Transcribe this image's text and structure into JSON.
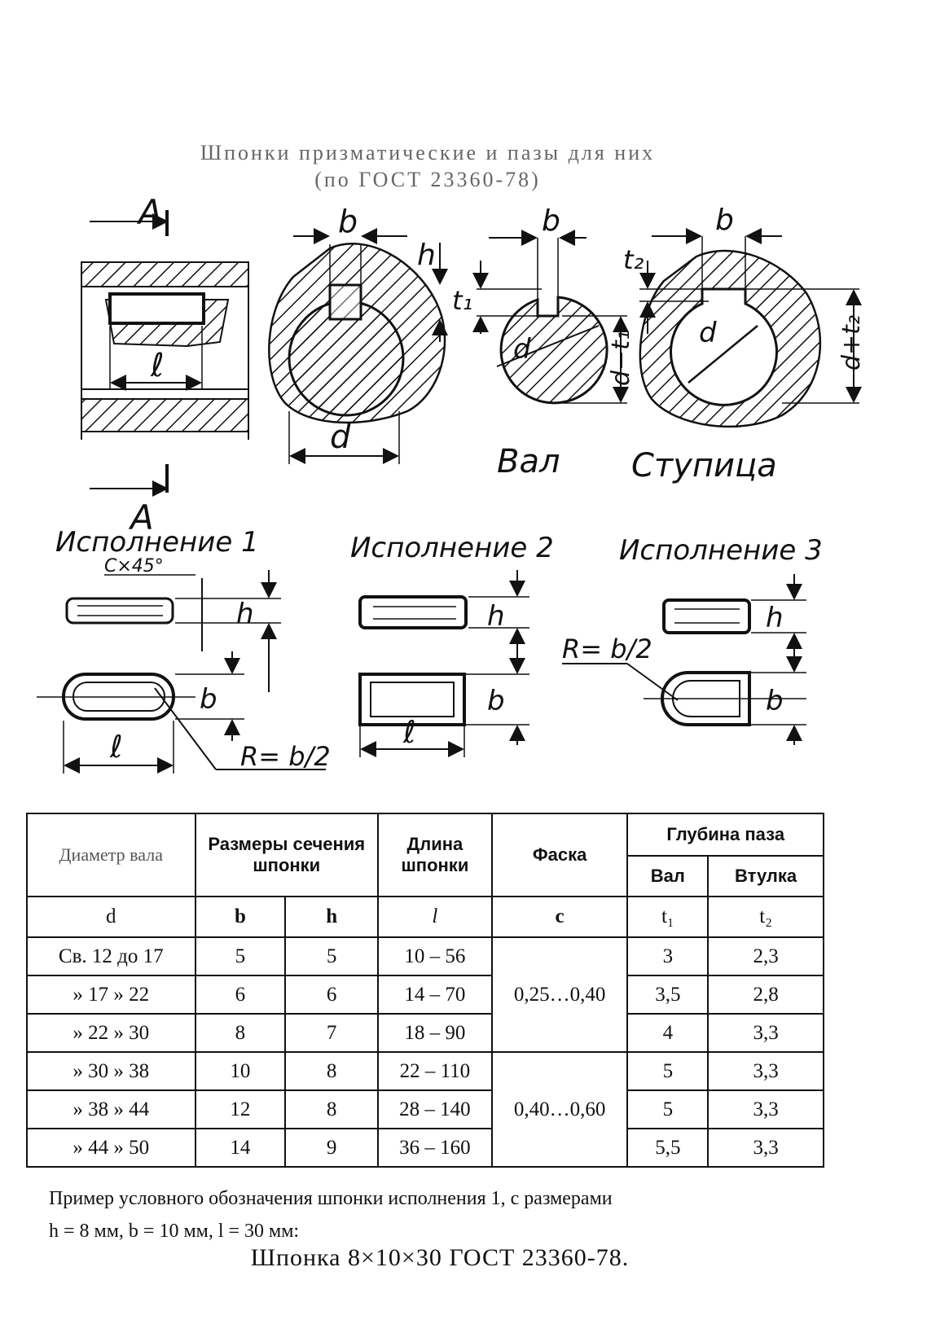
{
  "document": {
    "title_line1": "Шпонки призматические и пазы для них",
    "title_line2": "(по ГОСТ 23360-78)"
  },
  "drawing_labels": {
    "section_a_top": "A",
    "section_a_bottom": "A",
    "dim_l": "ℓ",
    "dim_b_section": "b",
    "dim_h_section": "h",
    "dim_d_section": "d",
    "dim_b_shaft": "b",
    "dim_t1": "t₁",
    "dim_d_minus_t1": "d−t₁",
    "dim_d_shaft": "d",
    "dim_b_hub": "b",
    "dim_t2": "t₂",
    "dim_d_plus_t2": "d+t₂",
    "dim_d_hub": "d",
    "shaft": "Вал",
    "hub": "Ступица",
    "variant1": "Исполнение 1",
    "variant2": "Исполнение 2",
    "variant3": "Исполнение 3",
    "chamfer": "C×45°",
    "v1_h": "h",
    "v1_b": "b",
    "v1_l": "ℓ",
    "v1_radius": "R= b/2",
    "v2_h": "h",
    "v2_b": "b",
    "v2_l": "ℓ",
    "v3_h": "h",
    "v3_b": "b",
    "v3_radius": "R= b/2"
  },
  "table": {
    "headers": {
      "diameter": "Диаметр вала",
      "diameter_sym": "d",
      "section": "Размеры сечения шпонки",
      "b": "b",
      "h": "h",
      "length": "Длина шпонки",
      "length_sym": "l",
      "chamfer": "Фаска",
      "chamfer_sym": "c",
      "depth": "Глубина паза",
      "shaft": "Вал",
      "bushing": "Втулка",
      "t1": "t₁",
      "t2": "t₂"
    },
    "rows": [
      {
        "d": "Св. 12 до 17",
        "b": "5",
        "h": "5",
        "l": "10 – 56",
        "t1": "3",
        "t2": "2,3"
      },
      {
        "d": "» 17 » 22",
        "b": "6",
        "h": "6",
        "l": "14 – 70",
        "t1": "3,5",
        "t2": "2,8"
      },
      {
        "d": "» 22 » 30",
        "b": "8",
        "h": "7",
        "l": "18 – 90",
        "t1": "4",
        "t2": "3,3"
      },
      {
        "d": "» 30 » 38",
        "b": "10",
        "h": "8",
        "l": "22 – 110",
        "t1": "5",
        "t2": "3,3"
      },
      {
        "d": "» 38 » 44",
        "b": "12",
        "h": "8",
        "l": "28 – 140",
        "t1": "5",
        "t2": "3,3"
      },
      {
        "d": "» 44 » 50",
        "b": "14",
        "h": "9",
        "l": "36 – 160",
        "t1": "5,5",
        "t2": "3,3"
      }
    ],
    "chamfer_groups": [
      "0,25…0,40",
      "0,40…0,60"
    ]
  },
  "note": {
    "line1": "Пример условного обозначения шпонки исполнения 1, с размерами",
    "line2": "h = 8 мм, b = 10 мм, l = 30 мм:"
  },
  "designation": "Шпонка 8×10×30 ГОСТ 23360-78."
}
